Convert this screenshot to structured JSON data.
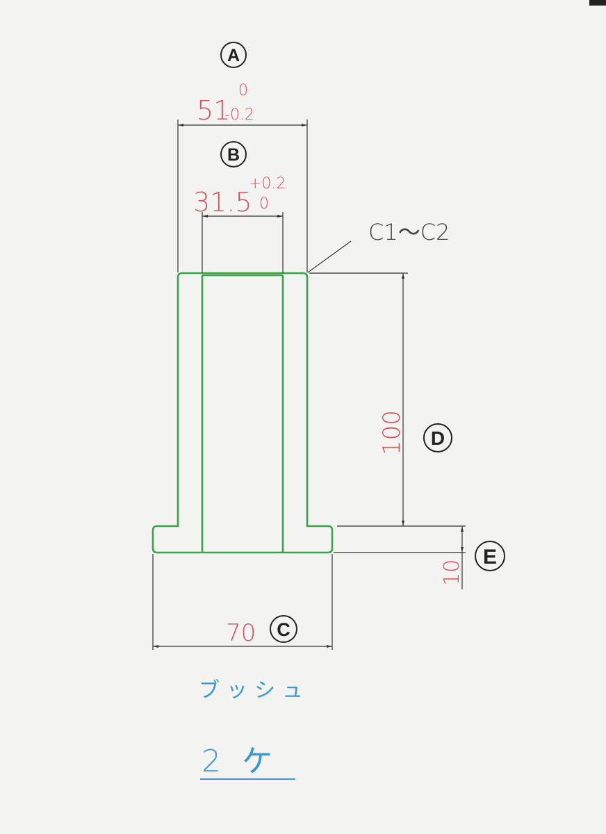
{
  "title": "ブッシュ",
  "quantity": "2 ケ",
  "colors": {
    "part": "#3aa24a",
    "dimension_text": "#d9525a",
    "note_text": "#3b97d6"
  },
  "labels": {
    "a": "A",
    "b": "B",
    "c": "C",
    "d": "D",
    "e": "E"
  },
  "dimensions": {
    "outer_diameter": {
      "value": "51",
      "upper": "0",
      "lower": "-0.2"
    },
    "inner_diameter": {
      "value": "31.5",
      "upper": "+0.2",
      "lower": "0"
    },
    "flange_diameter": {
      "value": "70"
    },
    "body_length": {
      "value": "100"
    },
    "flange_thickness": {
      "value": "10"
    },
    "chamfer": "C1～C2"
  }
}
